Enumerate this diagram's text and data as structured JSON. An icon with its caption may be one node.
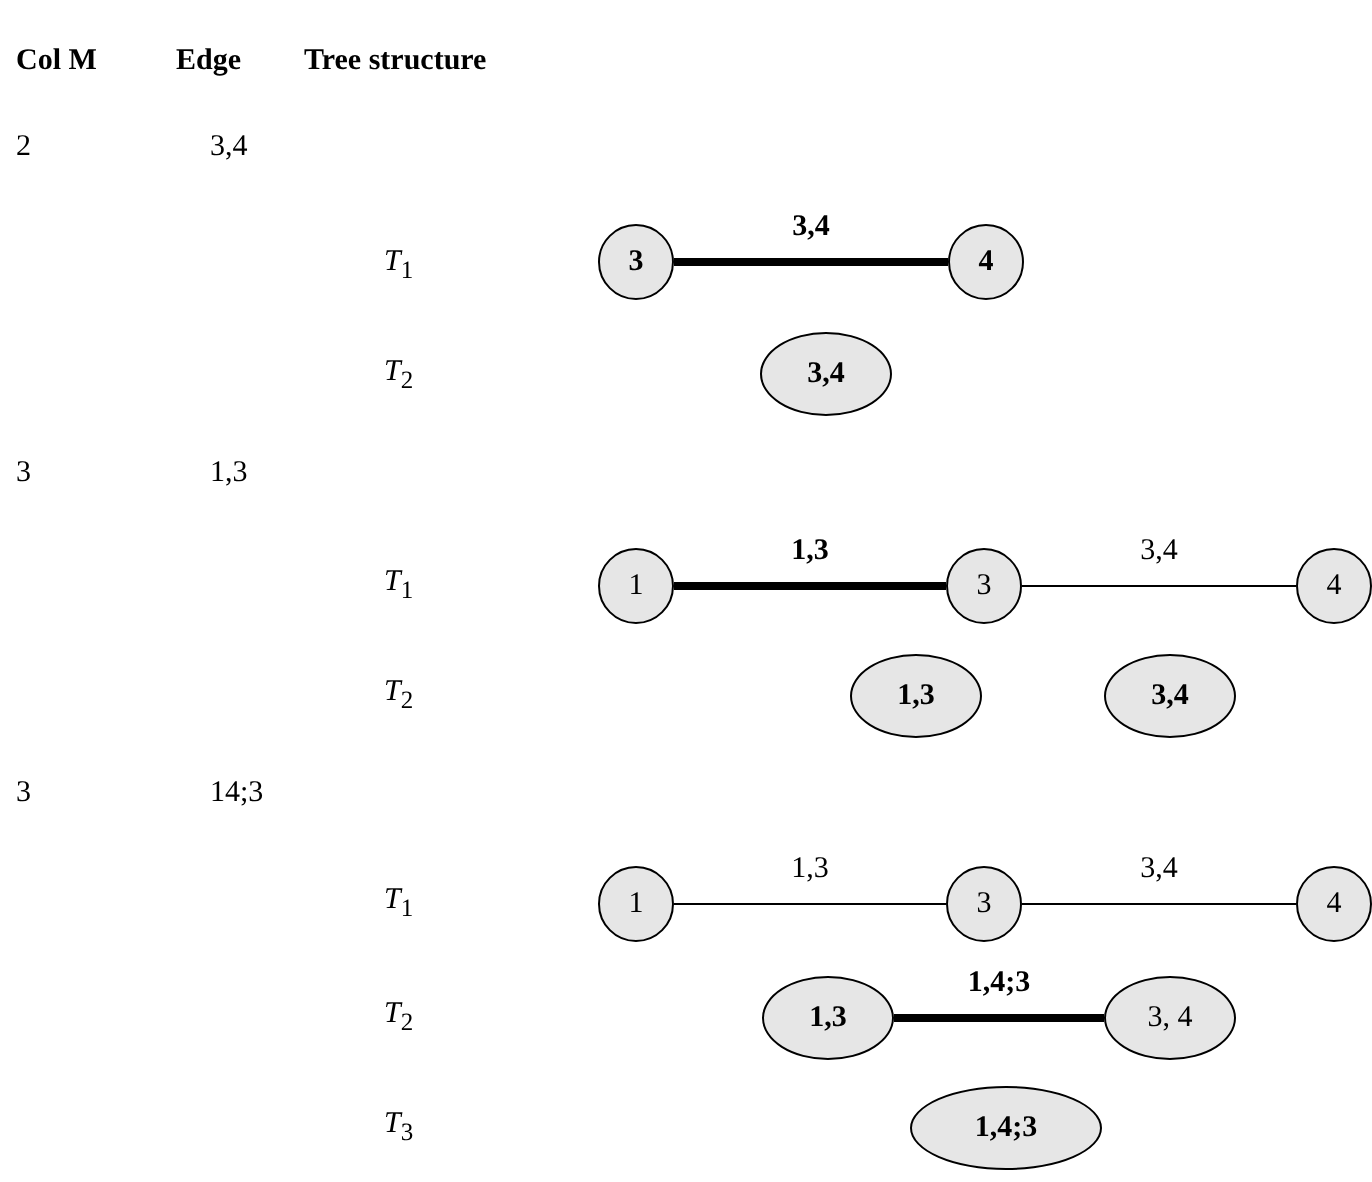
{
  "diagram": {
    "nodes": [
      {
        "text": [
          "3"
        ]
      },
      {
        "text": [
          "4"
        ]
      },
      {
        "text": [
          "3,4"
        ]
      },
      {
        "text": [
          "1"
        ]
      },
      {
        "text": [
          "3"
        ]
      },
      {
        "text": [
          "4"
        ]
      },
      {
        "text": [
          "1,3"
        ]
      },
      {
        "text": [
          "3,4"
        ]
      },
      {
        "text": [
          "1"
        ]
      },
      {
        "text": [
          "3"
        ]
      },
      {
        "text": [
          "4"
        ]
      },
      {
        "text": [
          "1,3"
        ]
      },
      {
        "text": [
          "3, 4"
        ]
      },
      {
        "text": [
          "1,4;3"
        ]
      }
    ],
    "edges": [
      {
        "from": 0,
        "to": 1,
        "arrow": "none",
        "label": "3,4",
        "style": "thick"
      },
      {
        "from": 3,
        "to": 4,
        "arrow": "none",
        "label": "1,3",
        "style": "thick"
      },
      {
        "from": 4,
        "to": 5,
        "arrow": "none",
        "label": "3,4"
      },
      {
        "from": 8,
        "to": 9,
        "arrow": "none",
        "label": "1,3"
      },
      {
        "from": 9,
        "to": 10,
        "arrow": "none",
        "label": "3,4"
      },
      {
        "from": 11,
        "to": 12,
        "arrow": "none",
        "label": "1,4;3",
        "style": "thick"
      }
    ],
    "labels": [
      "Col M",
      "Edge",
      "Tree structure",
      "2",
      "3,4",
      "T$_{1}$",
      "T$_{2}$",
      "3",
      "1,3",
      "T$_{1}$",
      "T$_{2}$",
      "3",
      "14;3",
      "T$_{1}$",
      "T$_{2}$",
      "T$_{3}$"
    ]
  }
}
